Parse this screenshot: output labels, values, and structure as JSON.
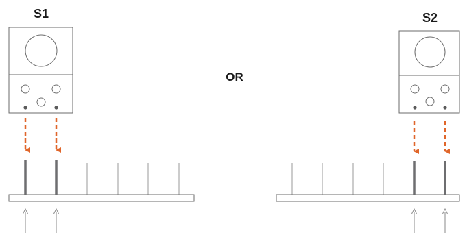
{
  "labels": {
    "left_device": "S1",
    "right_device": "S2",
    "connector": "OR"
  },
  "colors": {
    "arrow_accent": "#e0662a",
    "outline": "#6b6b6b",
    "thick_line": "#6e6e70",
    "thin_line": "#9a9a9a",
    "pointer": "#8a8a8a"
  }
}
